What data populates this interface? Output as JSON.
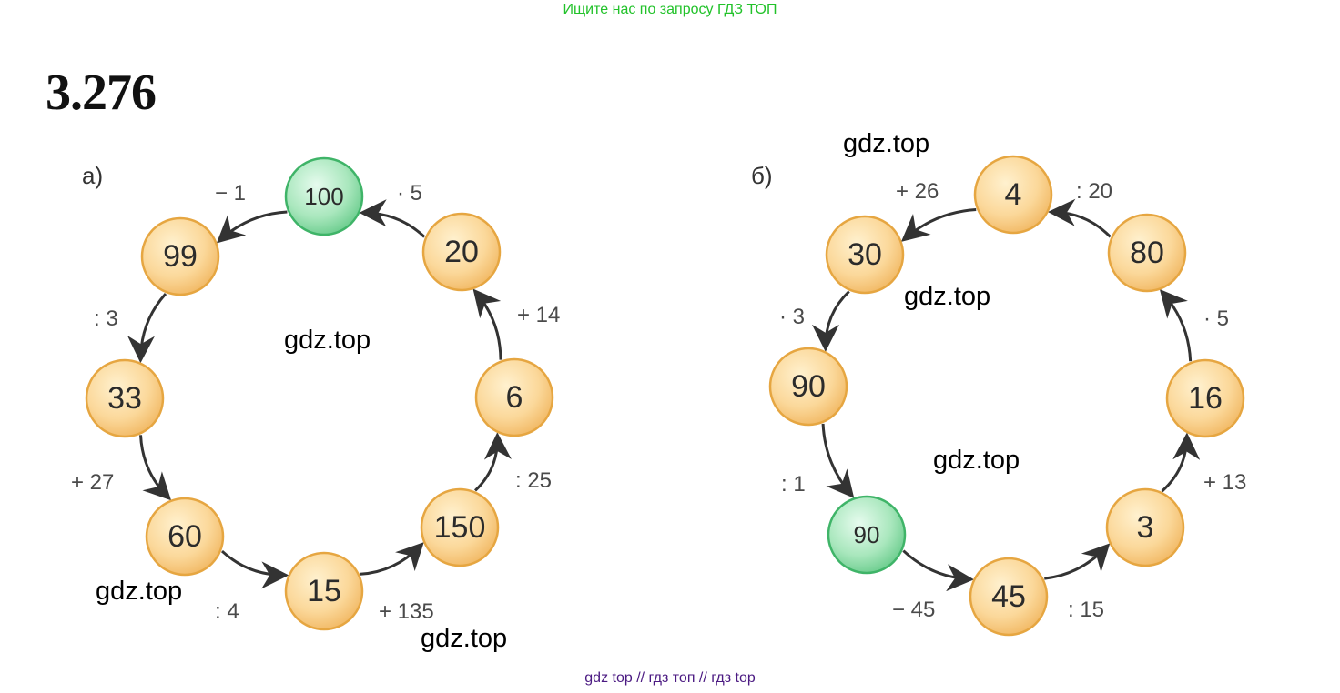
{
  "banner": "Ищите нас по запросу ГДЗ ТОП",
  "problem_number": "3.276",
  "footer": "gdz top  //  гдз топ  //  гдз top",
  "watermark_text": "gdz.top",
  "colors": {
    "banner": "#22c22a",
    "footer": "#4b1a82",
    "node_orange": "#fbd89a",
    "node_green": "#a9e7bd"
  },
  "diagrams": [
    {
      "label": "а)",
      "nodes": [
        {
          "value": "100",
          "start": true
        },
        {
          "value": "99"
        },
        {
          "value": "33"
        },
        {
          "value": "60"
        },
        {
          "value": "15"
        },
        {
          "value": "150"
        },
        {
          "value": "6"
        },
        {
          "value": "20"
        }
      ],
      "operations": [
        "− 1",
        ": 3",
        "+ 27",
        ": 4",
        "+ 135",
        ": 25",
        "+ 14",
        "· 5"
      ]
    },
    {
      "label": "б)",
      "nodes": [
        {
          "value": "4"
        },
        {
          "value": "30"
        },
        {
          "value": "90"
        },
        {
          "value": "90",
          "start": true
        },
        {
          "value": "45"
        },
        {
          "value": "3"
        },
        {
          "value": "16"
        },
        {
          "value": "80"
        }
      ],
      "operations": [
        "+ 26",
        "· 3",
        ": 1",
        "− 45",
        ": 15",
        "+ 13",
        "· 5",
        ": 20"
      ]
    }
  ]
}
